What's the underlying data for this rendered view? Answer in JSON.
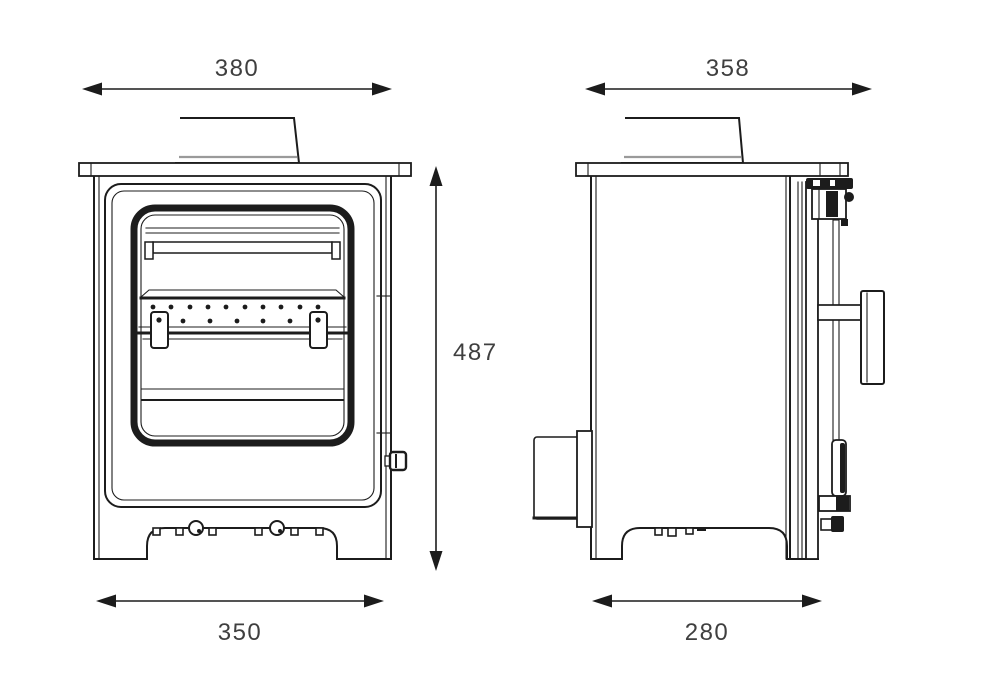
{
  "background": "#ffffff",
  "line_color": "#1c1c1c",
  "label_color": "#3f3f3f",
  "views": {
    "front": {
      "top_width": "380",
      "base_width": "350",
      "height": "487"
    },
    "side": {
      "top_depth": "358",
      "base_depth": "280"
    }
  }
}
